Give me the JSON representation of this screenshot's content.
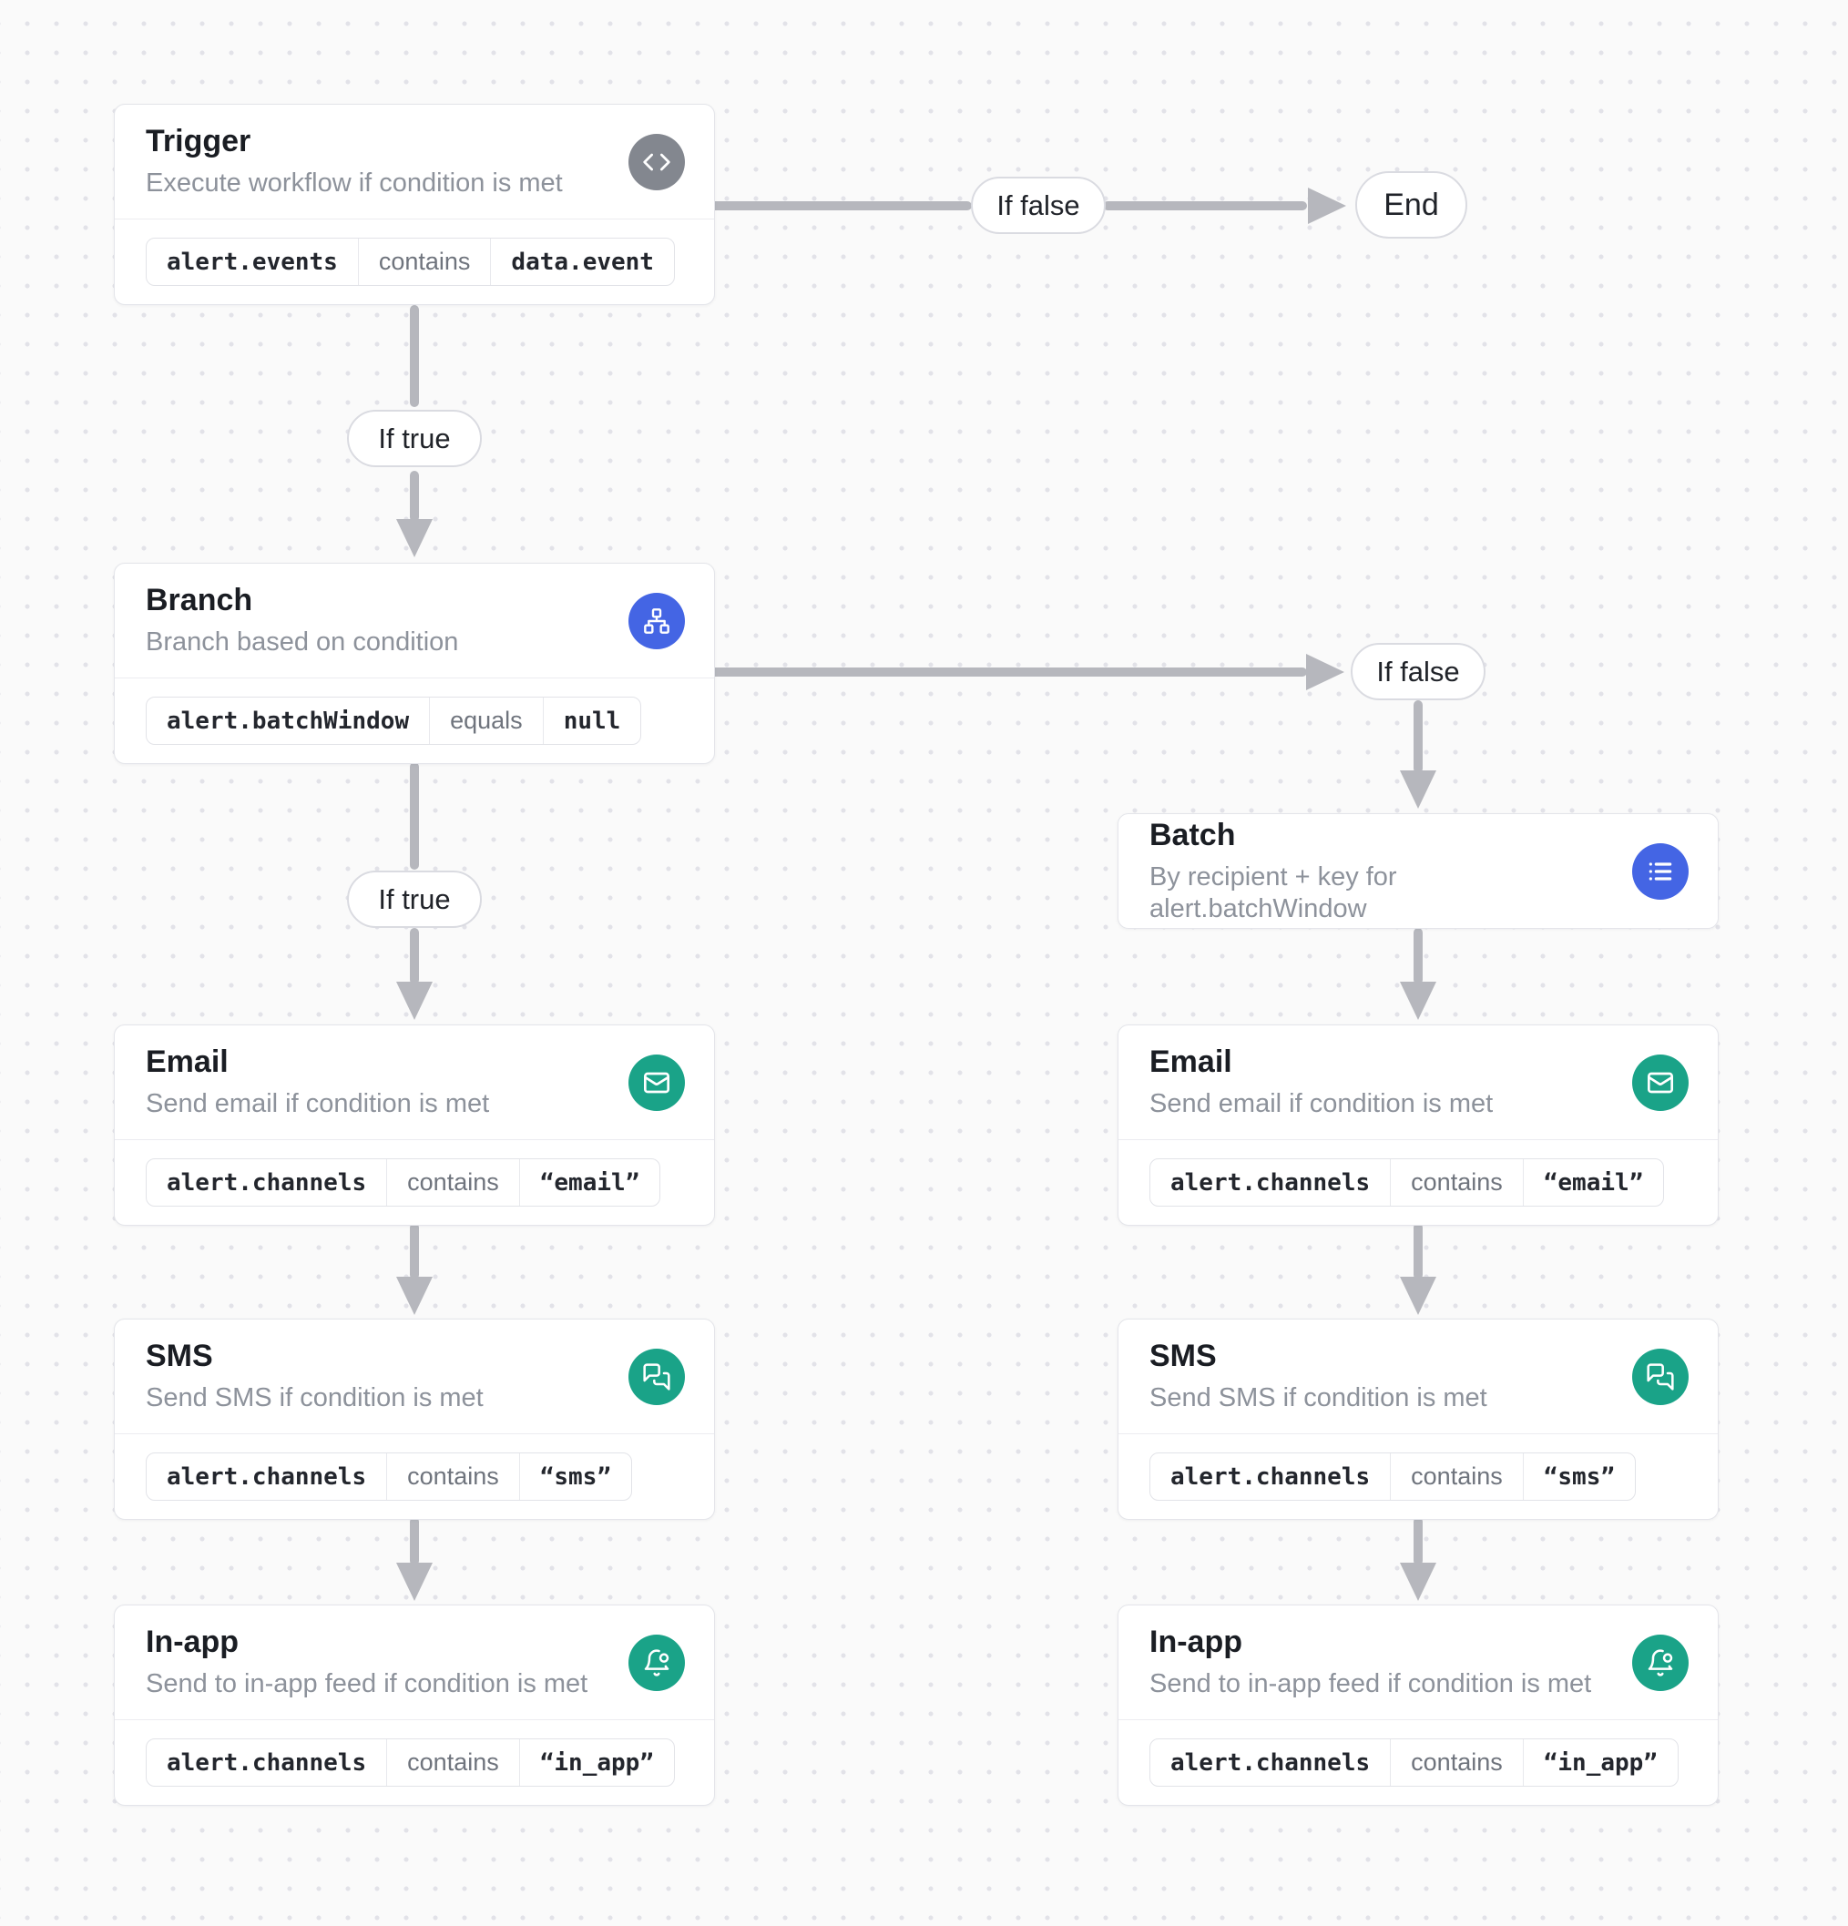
{
  "nodes": {
    "trigger": {
      "title": "Trigger",
      "subtitle": "Execute workflow if condition is met",
      "icon": "code-icon",
      "condition": {
        "field": "alert.events",
        "operator": "contains",
        "value": "data.event"
      }
    },
    "branch": {
      "title": "Branch",
      "subtitle": "Branch based on condition",
      "icon": "branch-icon",
      "condition": {
        "field": "alert.batchWindow",
        "operator": "equals",
        "value": "null"
      }
    },
    "batch": {
      "title": "Batch",
      "subtitle": "By recipient + key for alert.batchWindow",
      "icon": "list-icon"
    },
    "email": {
      "title": "Email",
      "subtitle": "Send email if condition is met",
      "icon": "mail-icon",
      "condition": {
        "field": "alert.channels",
        "operator": "contains",
        "value": "“email”"
      }
    },
    "sms": {
      "title": "SMS",
      "subtitle": "Send SMS if condition is met",
      "icon": "sms-icon",
      "condition": {
        "field": "alert.channels",
        "operator": "contains",
        "value": "“sms”"
      }
    },
    "in_app": {
      "title": "In-app",
      "subtitle": "Send to in-app feed if condition is met",
      "icon": "bell-dot-icon",
      "condition": {
        "field": "alert.channels",
        "operator": "contains",
        "value": "“in_app”"
      }
    }
  },
  "edge_labels": {
    "if_true": "If true",
    "if_false": "If false",
    "end": "End"
  },
  "colors": {
    "accent_blue": "#4465e4",
    "accent_green": "#1aa388",
    "icon_gray": "#83878f",
    "connector_gray": "#b6b7bd"
  }
}
